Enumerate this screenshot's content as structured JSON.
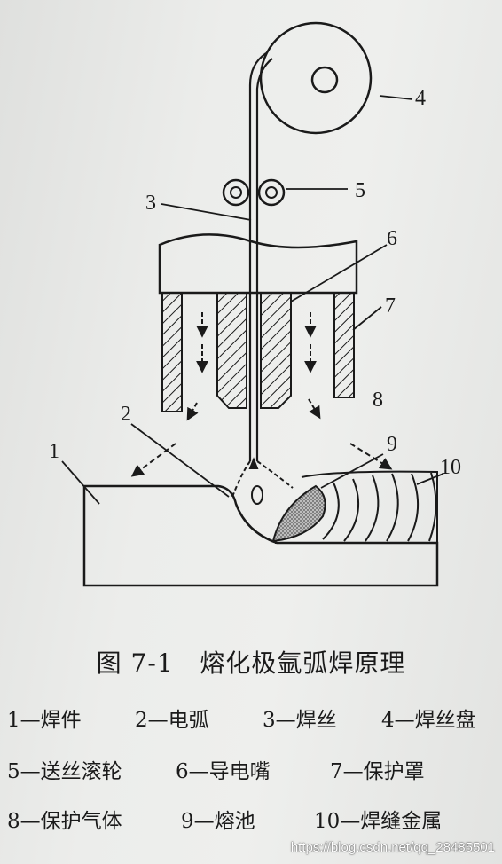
{
  "figure": {
    "number": "图 7-1",
    "title": "熔化极氩弧焊原理"
  },
  "labels": [
    "1",
    "2",
    "3",
    "4",
    "5",
    "6",
    "7",
    "8",
    "9",
    "10"
  ],
  "legend": [
    [
      "1—焊件",
      "2—电弧",
      "3—焊丝",
      "4—焊丝盘"
    ],
    [
      "5—送丝滚轮",
      "6—导电嘴",
      "7—保护罩"
    ],
    [
      "8—保护气体",
      "9—熔池",
      "10—焊缝金属"
    ]
  ],
  "watermark": "https://blog.csdn.net/qq_28485501",
  "colors": {
    "ink": "#1a1a1a",
    "paper": "#e7e8e6",
    "pool": "#a8a8a8"
  }
}
